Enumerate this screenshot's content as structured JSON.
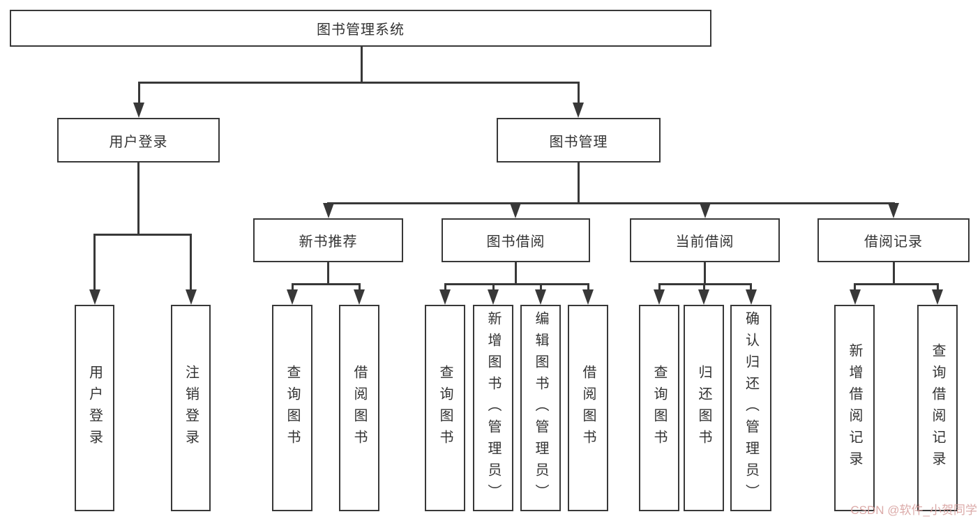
{
  "diagram_title": "图书管理系统",
  "colors": {
    "line": "#383838",
    "text": "#333333",
    "watermark": "#d79f9d",
    "background": "#ffffff"
  },
  "tree": {
    "label": "图书管理系统",
    "children": [
      {
        "label": "用户登录",
        "children": [
          {
            "label": "用户登录"
          },
          {
            "label": "注销登录"
          }
        ]
      },
      {
        "label": "图书管理",
        "children": [
          {
            "label": "新书推荐",
            "children": [
              {
                "label": "查询图书"
              },
              {
                "label": "借阅图书"
              }
            ]
          },
          {
            "label": "图书借阅",
            "children": [
              {
                "label": "查询图书"
              },
              {
                "label": "新增图书（管理员）"
              },
              {
                "label": "编辑图书（管理员）"
              },
              {
                "label": "借阅图书"
              }
            ]
          },
          {
            "label": "当前借阅",
            "children": [
              {
                "label": "查询图书"
              },
              {
                "label": "归还图书"
              },
              {
                "label": "确认归还（管理员）"
              }
            ]
          },
          {
            "label": "借阅记录",
            "children": [
              {
                "label": "新增借阅记录"
              },
              {
                "label": "查询借阅记录"
              }
            ]
          }
        ]
      }
    ]
  },
  "watermark": {
    "text": "CSDN @软件_小贺同学"
  }
}
